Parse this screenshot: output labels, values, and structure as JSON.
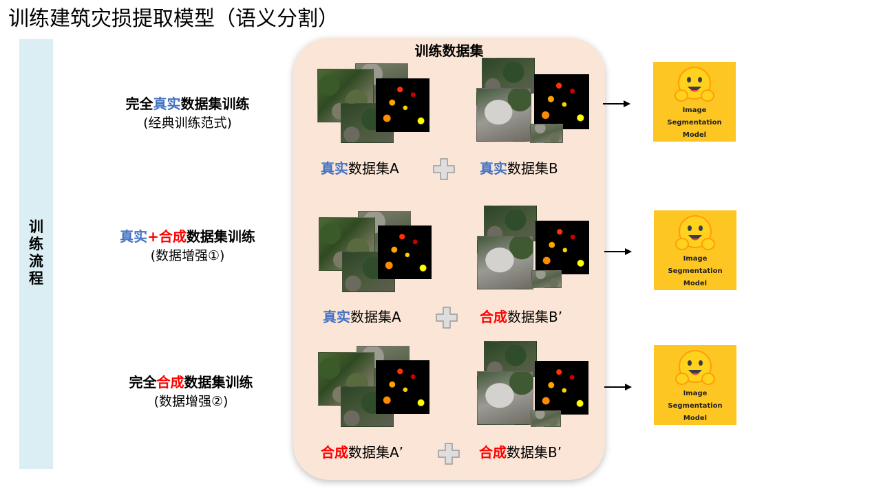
{
  "title": "训练建筑灾损提取模型（语义分割）",
  "sidebar": {
    "label_chars": [
      "训",
      "练",
      "流",
      "程"
    ]
  },
  "panel": {
    "title": "训练数据集"
  },
  "rows": [
    {
      "label_line1_parts": [
        "完全",
        "真实",
        "数据集训练"
      ],
      "label_line2": "(经典训练范式)",
      "dataset_left": {
        "keyword": "真实",
        "text": "数据集A",
        "kind": "real"
      },
      "dataset_right": {
        "keyword": "真实",
        "text": "数据集B",
        "kind": "real"
      },
      "model": {
        "line1": "Image",
        "line2": "Segmentation",
        "line3": "Model"
      }
    },
    {
      "label_line1_parts": [
        "真实",
        "+合成",
        "数据集训练"
      ],
      "label_line2": "(数据增强①)",
      "dataset_left": {
        "keyword": "真实",
        "text": "数据集A",
        "kind": "real"
      },
      "dataset_right": {
        "keyword": "合成",
        "text": "数据集B’",
        "kind": "synthetic"
      },
      "model": {
        "line1": "Image",
        "line2": "Segmentation",
        "line3": "Model"
      }
    },
    {
      "label_line1_parts": [
        "完全",
        "合成",
        "数据集训练"
      ],
      "label_line2": "(数据增强②)",
      "dataset_left": {
        "keyword": "合成",
        "text": "数据集A’",
        "kind": "synthetic"
      },
      "dataset_right": {
        "keyword": "合成",
        "text": "数据集B’",
        "kind": "synthetic"
      },
      "model": {
        "line1": "Image",
        "line2": "Segmentation",
        "line3": "Model"
      }
    }
  ],
  "colors": {
    "real": "#4472c4",
    "synthetic": "#ff0000",
    "sidebar_bg": "#daeef3",
    "panel_bg": "#fbe5d6",
    "model_card_bg": "#fdc622"
  },
  "icons": {
    "plus": "plus-icon",
    "arrow": "arrow-right-icon",
    "model_logo": "hugging-face-icon"
  }
}
